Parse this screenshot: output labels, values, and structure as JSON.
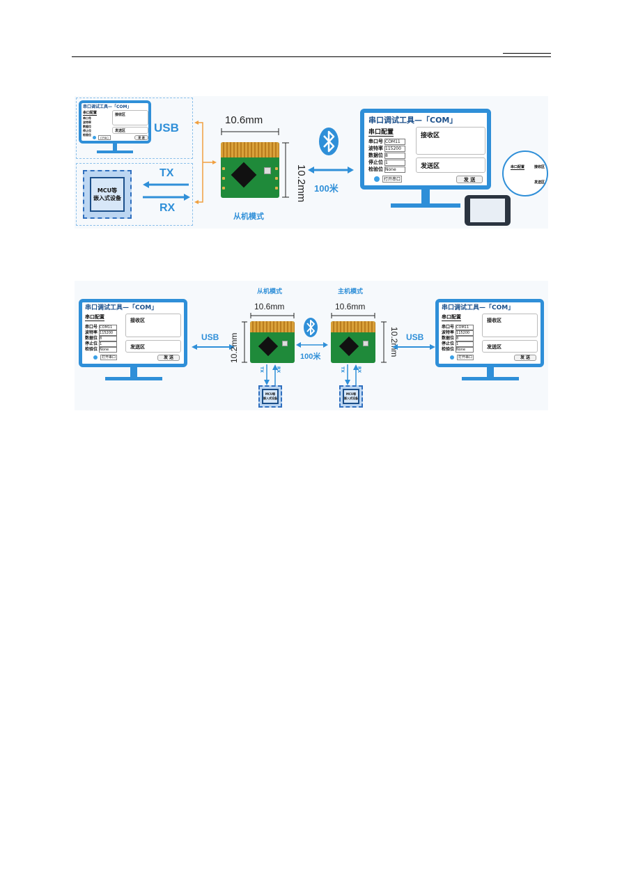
{
  "header": {
    "underline": ""
  },
  "fig1": {
    "small_monitor": {
      "title": "串口调试工具—「COM」",
      "config_title": "串口配置",
      "rows": [
        "串口号",
        "波特率",
        "数据位",
        "停止位",
        "检验位"
      ],
      "recv": "接收区",
      "send_area": "发送区",
      "send_btn": "发 送",
      "open": "打开串口"
    },
    "usb_label": "USB",
    "tx_label": "TX",
    "rx_label": "RX",
    "mcu_line1": "MCU等",
    "mcu_line2": "嵌入式设备",
    "width_dim": "10.6mm",
    "height_dim": "10.2mm",
    "mode_label": "从机模式",
    "distance": "100米",
    "big_monitor": {
      "title": "串口调试工具—「COM」",
      "config_title": "串口配置",
      "rows": [
        {
          "label": "串口号",
          "value": "COM11"
        },
        {
          "label": "波特率",
          "value": "115200"
        },
        {
          "label": "数据位",
          "value": "8"
        },
        {
          "label": "停止位",
          "value": "1"
        },
        {
          "label": "检验位",
          "value": "None"
        }
      ],
      "recv": "接收区",
      "send_area": "发送区",
      "send_btn": "发 送",
      "open": "打开串口"
    },
    "phone_screen": {
      "config_title": "串口配置",
      "recv": "接收区",
      "send_area": "发送区"
    }
  },
  "fig2": {
    "left_monitor": {
      "title": "串口调试工具—「COM」",
      "config_title": "串口配置",
      "rows": [
        {
          "label": "串口号",
          "value": "COM11"
        },
        {
          "label": "波特率",
          "value": "115200"
        },
        {
          "label": "数据位",
          "value": "8"
        },
        {
          "label": "停止位",
          "value": "1"
        },
        {
          "label": "检验位",
          "value": "None"
        }
      ],
      "recv": "接收区",
      "send_area": "发送区",
      "send_btn": "发 送",
      "open": "打开串口"
    },
    "usb_left": "USB",
    "usb_right": "USB",
    "slave_mode": "从机模式",
    "master_mode": "主机模式",
    "width_dim_1": "10.6mm",
    "width_dim_2": "10.6mm",
    "height_dim_1": "10.2mm",
    "height_dim_2": "10.2mm",
    "distance": "100米",
    "tx": "TX",
    "rx": "RX",
    "mcu_line1": "MCU等",
    "mcu_line2": "嵌入式设备",
    "right_monitor": {
      "title": "串口调试工具—「COM」",
      "config_title": "串口配置",
      "rows": [
        {
          "label": "串口号",
          "value": "COM11"
        },
        {
          "label": "波特率",
          "value": "115200"
        },
        {
          "label": "数据位",
          "value": "8"
        },
        {
          "label": "停止位",
          "value": "1"
        },
        {
          "label": "检验位",
          "value": "None"
        }
      ],
      "recv": "接收区",
      "send_area": "发送区",
      "send_btn": "发 送",
      "open": "打开串口"
    }
  },
  "colors": {
    "accent": "#2f8fd8",
    "orange": "#f0a040",
    "pcb": "#1f8a3a"
  }
}
